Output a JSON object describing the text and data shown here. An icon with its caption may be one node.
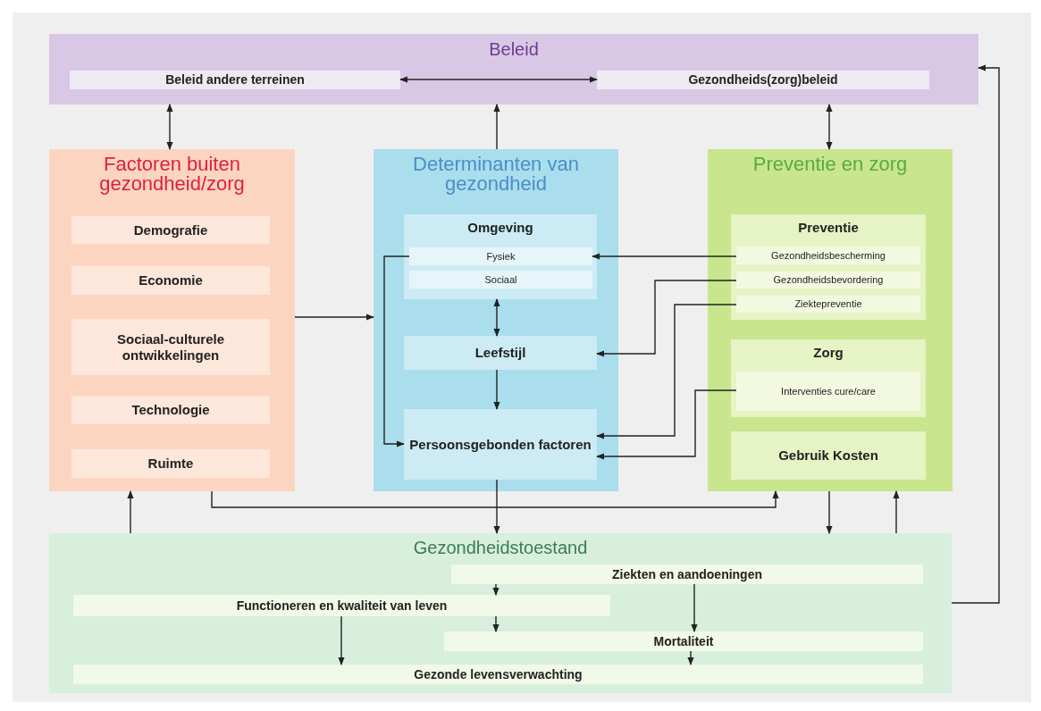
{
  "diagram": {
    "nodes": [
      {
        "text": [
          "Beleid"
        ]
      },
      {
        "text": [
          "Beleid andere terreinen"
        ],
        "in": 0
      },
      {
        "text": [
          "Gezondheids(zorg)beleid"
        ],
        "in": 0
      },
      {
        "text": [
          "Factoren buiten gezondheid/zorg"
        ]
      },
      {
        "text": [
          "Demografie"
        ],
        "in": 3
      },
      {
        "text": [
          "Economie"
        ],
        "in": 3
      },
      {
        "text": [
          "Sociaal-culturele ontwikkelingen"
        ],
        "in": 3
      },
      {
        "text": [
          "Technologie"
        ],
        "in": 3
      },
      {
        "text": [
          "Ruimte"
        ],
        "in": 3
      },
      {
        "text": [
          "Determinanten van gezondheid"
        ]
      },
      {
        "text": [
          "Omgeving"
        ],
        "in": 9
      },
      {
        "text": [
          "Fysiek"
        ],
        "in": 10
      },
      {
        "text": [
          "Sociaal"
        ],
        "in": 10
      },
      {
        "text": [
          "Leefstijl"
        ],
        "in": 9
      },
      {
        "text": [
          "Persoonsgebonden factoren"
        ],
        "in": 9
      },
      {
        "text": [
          "Preventie en zorg"
        ]
      },
      {
        "text": [
          "Preventie"
        ],
        "in": 15
      },
      {
        "text": [
          "Gezondheidsbescherming"
        ],
        "in": 16
      },
      {
        "text": [
          "Gezondheidsbevordering"
        ],
        "in": 16
      },
      {
        "text": [
          "Ziektepreventie"
        ],
        "in": 16
      },
      {
        "text": [
          "Zorg"
        ],
        "in": 15
      },
      {
        "text": [
          "Interventies cure/care"
        ],
        "in": 20
      },
      {
        "text": [
          "Gebruik Kosten"
        ],
        "in": 15
      },
      {
        "text": [
          "Gezondheidstoestand"
        ]
      },
      {
        "text": [
          "Ziekten en aandoeningen"
        ],
        "in": 23
      },
      {
        "text": [
          "Functioneren en kwaliteit van leven"
        ],
        "in": 23
      },
      {
        "text": [
          "Mortaliteit"
        ],
        "in": 23
      },
      {
        "text": [
          "Gezonde levensverwachting"
        ],
        "in": 23
      }
    ],
    "edges": [
      {
        "from": 1,
        "to": 2,
        "arrow": "both"
      },
      {
        "from": 0,
        "to": 3,
        "arrow": "both"
      },
      {
        "from": 9,
        "to": 0,
        "arrow": "to"
      },
      {
        "from": 0,
        "to": 15,
        "arrow": "both"
      },
      {
        "from": 3,
        "to": 9,
        "arrow": "to"
      },
      {
        "from": 11,
        "to": 14,
        "arrow": "to"
      },
      {
        "from": 10,
        "to": 13,
        "arrow": "both"
      },
      {
        "from": 13,
        "to": 14,
        "arrow": "to"
      },
      {
        "from": 17,
        "to": 11,
        "arrow": "to"
      },
      {
        "from": 18,
        "to": 13,
        "arrow": "to"
      },
      {
        "from": 19,
        "to": 14,
        "arrow": "to"
      },
      {
        "from": 21,
        "to": 14,
        "arrow": "to"
      },
      {
        "from": 14,
        "to": 23,
        "arrow": "to"
      },
      {
        "from": 3,
        "to": 15,
        "arrow": "to"
      },
      {
        "from": 15,
        "to": 23,
        "arrow": "to"
      },
      {
        "from": 23,
        "to": 15,
        "arrow": "to"
      },
      {
        "from": 23,
        "to": 3,
        "arrow": "to"
      },
      {
        "from": 23,
        "to": 0,
        "arrow": "to"
      },
      {
        "from": 24,
        "to": 25,
        "arrow": "to"
      },
      {
        "from": 25,
        "to": 26,
        "arrow": "to"
      },
      {
        "from": 24,
        "to": 26,
        "arrow": "to"
      },
      {
        "from": 25,
        "to": 27,
        "arrow": "to"
      },
      {
        "from": 26,
        "to": 27,
        "arrow": "to"
      }
    ]
  }
}
